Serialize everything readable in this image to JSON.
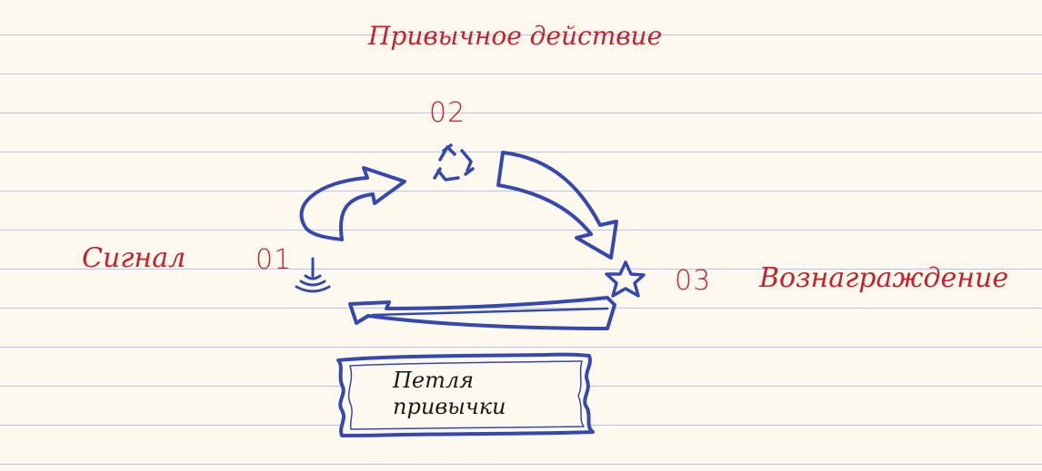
{
  "diagram": {
    "step_action": {
      "title": "Привычное действие",
      "number": "02",
      "icon": "recycle-icon"
    },
    "step_signal": {
      "title": "Сигнал",
      "number": "01",
      "icon": "signal-icon"
    },
    "step_reward": {
      "title": "Вознаграждение",
      "number": "03",
      "icon": "star-icon"
    },
    "center_label": "Петля привычки",
    "colors": {
      "accent_red": "#c8202a",
      "ink_blue": "#3548b0",
      "paper": "#fdf9ee",
      "rule_line": "#b7c3ec"
    }
  }
}
